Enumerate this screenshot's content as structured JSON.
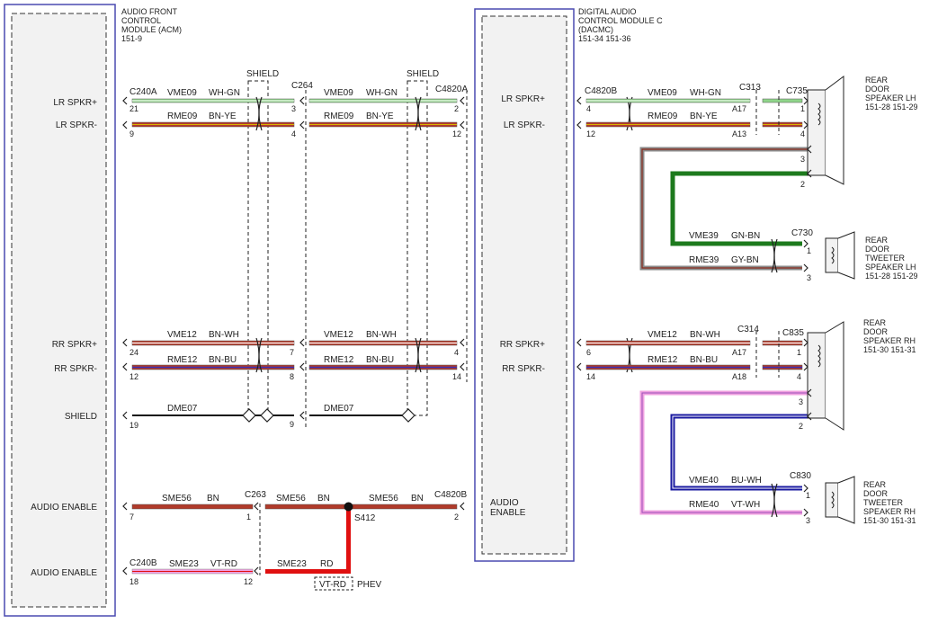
{
  "acm": {
    "name_lines": [
      "AUDIO FRONT",
      "CONTROL",
      "MODULE (ACM)",
      "151-9"
    ],
    "pins": [
      "LR SPKR+",
      "LR SPKR-",
      "RR SPKR+",
      "RR SPKR-",
      "SHIELD",
      "AUDIO ENABLE",
      "AUDIO ENABLE"
    ]
  },
  "dacmc": {
    "name_lines": [
      "DIGITAL AUDIO",
      "CONTROL MODULE C",
      "(DACMC)",
      "151-34  151-36"
    ],
    "pins": [
      "LR SPKR+",
      "LR SPKR-",
      "RR SPKR+",
      "RR SPKR-"
    ],
    "enable_lines": [
      "AUDIO",
      "ENABLE"
    ]
  },
  "shield_label": "SHIELD",
  "connectors": {
    "c240a": "C240A",
    "c264": "C264",
    "c4820a": "C4820A",
    "c4820b": "C4820B",
    "c313": "C313",
    "c735": "C735",
    "c730": "C730",
    "c314": "C314",
    "c835": "C835",
    "c830": "C830",
    "c263": "C263",
    "c240b": "C240B"
  },
  "splice": {
    "label": "S412"
  },
  "phev": {
    "box": "VT-RD",
    "label": "PHEV"
  },
  "wires": {
    "vme09": {
      "circuit": "VME09",
      "color": "WH-GN"
    },
    "rme09": {
      "circuit": "RME09",
      "color": "BN-YE"
    },
    "vme12": {
      "circuit": "VME12",
      "color": "BN-WH"
    },
    "rme12": {
      "circuit": "RME12",
      "color": "BN-BU"
    },
    "dme07": {
      "circuit": "DME07"
    },
    "sme56": {
      "circuit": "SME56",
      "color": "BN"
    },
    "sme23a": {
      "circuit": "SME23",
      "color": "VT-RD"
    },
    "sme23b": {
      "circuit": "SME23",
      "color": "RD"
    },
    "vme39": {
      "circuit": "VME39",
      "color": "GN-BN"
    },
    "rme39": {
      "circuit": "RME39",
      "color": "GY-BN"
    },
    "vme40": {
      "circuit": "VME40",
      "color": "BU-WH"
    },
    "rme40": {
      "circuit": "RME40",
      "color": "VT-WH"
    }
  },
  "pin_numbers": {
    "acm": [
      "21",
      "9",
      "24",
      "12",
      "19",
      "7",
      "18"
    ],
    "c264": [
      "3",
      "4",
      "7",
      "8",
      "9"
    ],
    "c4820a": [
      "2",
      "12",
      "4",
      "14"
    ],
    "c4820b_out": [
      "4",
      "12",
      "6",
      "14"
    ],
    "c313": [
      "A17",
      "A13"
    ],
    "c314": [
      "A17",
      "A18"
    ],
    "c735": [
      "1",
      "4",
      "3",
      "2"
    ],
    "c835": [
      "1",
      "4",
      "3",
      "2"
    ],
    "c730": [
      "1",
      "3"
    ],
    "c830": [
      "1",
      "3"
    ],
    "c263": "1",
    "c240b": "12",
    "dacmc_enable": "2"
  },
  "speakers": {
    "lh_door": [
      "REAR",
      "DOOR",
      "SPEAKER LH",
      "151-28  151-29"
    ],
    "lh_tweeter": [
      "REAR",
      "DOOR",
      "TWEETER",
      "SPEAKER LH",
      "151-28  151-29"
    ],
    "rh_door": [
      "REAR",
      "DOOR",
      "SPEAKER RH",
      "151-30  151-31"
    ],
    "rh_tweeter": [
      "REAR",
      "DOOR",
      "TWEETER",
      "SPEAKER RH",
      "151-30  151-31"
    ]
  },
  "colors": {
    "wh_gn": "#8fd48a",
    "bn": "#8b2a1c",
    "brown_red": "#b03a2a",
    "yellow": "#d8b400",
    "blue": "#3b2fb5",
    "green": "#1d7a1d",
    "gray": "#8a8a8a",
    "pink": "#f0a0e0",
    "red": "#e01010",
    "purple": "#9b4fb8",
    "navy": "#1a1aa0",
    "module_border": "#4a4ab0"
  }
}
